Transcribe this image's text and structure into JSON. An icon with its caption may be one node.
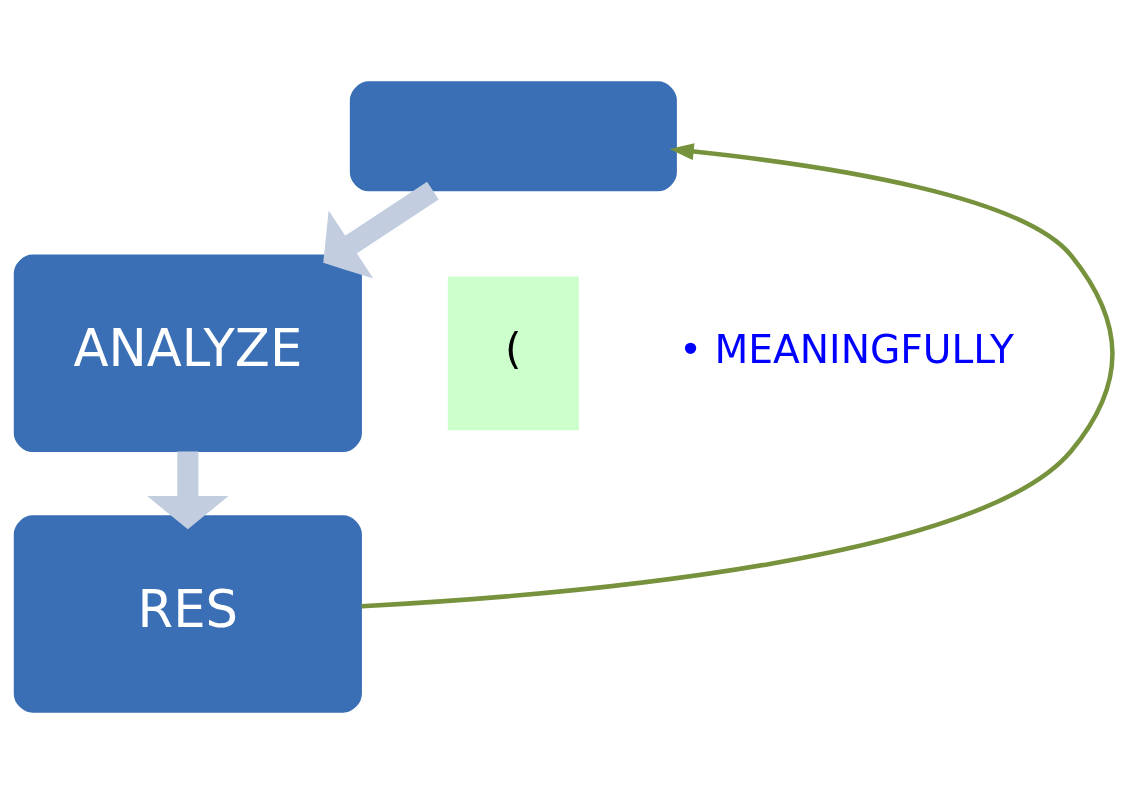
{
  "diagram": {
    "nodes": [
      {
        "text": [],
        "shape": "box"
      },
      {
        "text": [
          "ANALYZE"
        ]
      },
      {
        "text": [
          "RES"
        ]
      },
      {
        "text": [
          "("
        ]
      }
    ],
    "edges": [
      {
        "from": 0,
        "to": 1,
        "arrow": "to"
      },
      {
        "from": 1,
        "to": 2,
        "arrow": "to"
      },
      {
        "from": 2,
        "to": 0,
        "arrow": "to",
        "color": "#76923c"
      }
    ],
    "labels": [
      "• MEANINGFULLY"
    ]
  }
}
